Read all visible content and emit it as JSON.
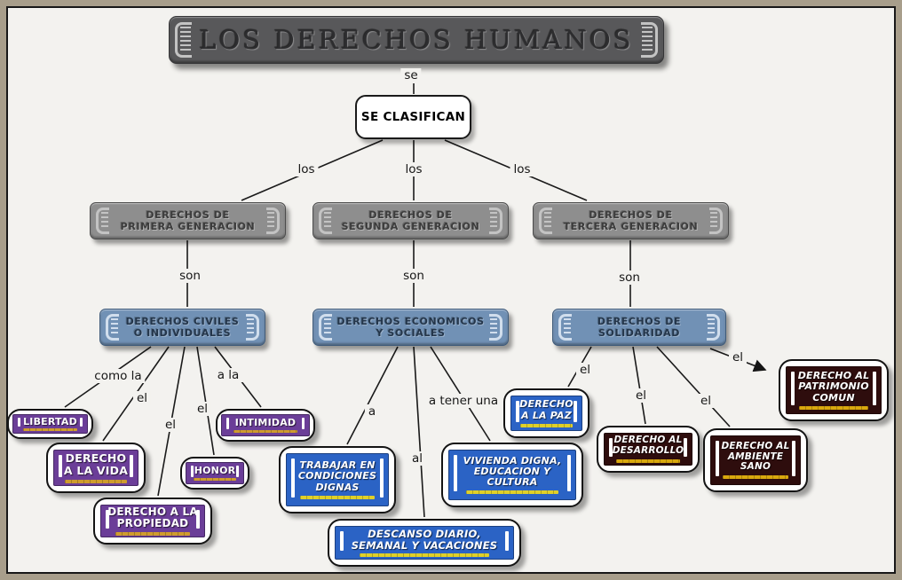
{
  "colors": {
    "page_bg": "#f3f2ef",
    "frame": "#a89e8b",
    "title_bar": "#58585a",
    "generation_bar": "#8e8e8e",
    "category_bar": "#7191b5",
    "purple_node": "#6b3e98",
    "blue_node": "#2b63c5",
    "maroon_node": "#2e0d0d",
    "underline_gold": "#cf9c2e",
    "underline_yellow": "#dfd02a"
  },
  "edge_labels": {
    "se": "se",
    "los": "los",
    "son": "son",
    "como_la": "como la",
    "el": "el",
    "a_la": "a la",
    "a": "a",
    "al": "al",
    "a_tener_una": "a tener una"
  },
  "nodes": {
    "title": {
      "lines": [
        "LOS DERECHOS HUMANOS"
      ]
    },
    "se_clasifican": {
      "lines": [
        "SE CLASIFICAN"
      ]
    },
    "gen1": {
      "lines": [
        "DERECHOS DE",
        "PRIMERA GENERACION"
      ]
    },
    "gen2": {
      "lines": [
        "DERECHOS DE",
        "SEGUNDA GENERACION"
      ]
    },
    "gen3": {
      "lines": [
        "DERECHOS DE",
        "TERCERA GENERACION"
      ]
    },
    "civiles": {
      "lines": [
        "DERECHOS CIVILES",
        "O INDIVIDUALES"
      ]
    },
    "economicos": {
      "lines": [
        "DERECHOS ECONOMICOS",
        "Y SOCIALES"
      ]
    },
    "solidaridad": {
      "lines": [
        "DERECHOS DE",
        "SOLIDARIDAD"
      ]
    },
    "libertad": {
      "lines": [
        "LIBERTAD"
      ]
    },
    "vida": {
      "lines": [
        "DERECHO",
        "A LA VIDA"
      ]
    },
    "propiedad": {
      "lines": [
        "DERECHO A LA",
        "PROPIEDAD"
      ]
    },
    "honor": {
      "lines": [
        "HONOR"
      ]
    },
    "intimidad": {
      "lines": [
        "INTIMIDAD"
      ]
    },
    "trabajar": {
      "lines": [
        "TRABAJAR EN",
        "CONDICIONES",
        "DIGNAS"
      ]
    },
    "descanso": {
      "lines": [
        "DESCANSO DIARIO,",
        "SEMANAL Y VACACIONES"
      ]
    },
    "vivienda": {
      "lines": [
        "VIVIENDA DIGNA,",
        "EDUCACION Y",
        "CULTURA"
      ]
    },
    "paz": {
      "lines": [
        "DERECHO",
        "A LA PAZ"
      ]
    },
    "desarrollo": {
      "lines": [
        "DERECHO AL",
        "DESARROLLO"
      ]
    },
    "ambiente": {
      "lines": [
        "DERECHO AL",
        "AMBIENTE",
        "SANO"
      ]
    },
    "patrimonio": {
      "lines": [
        "DERECHO AL",
        "PATRIMONIO",
        "COMUN"
      ]
    }
  }
}
